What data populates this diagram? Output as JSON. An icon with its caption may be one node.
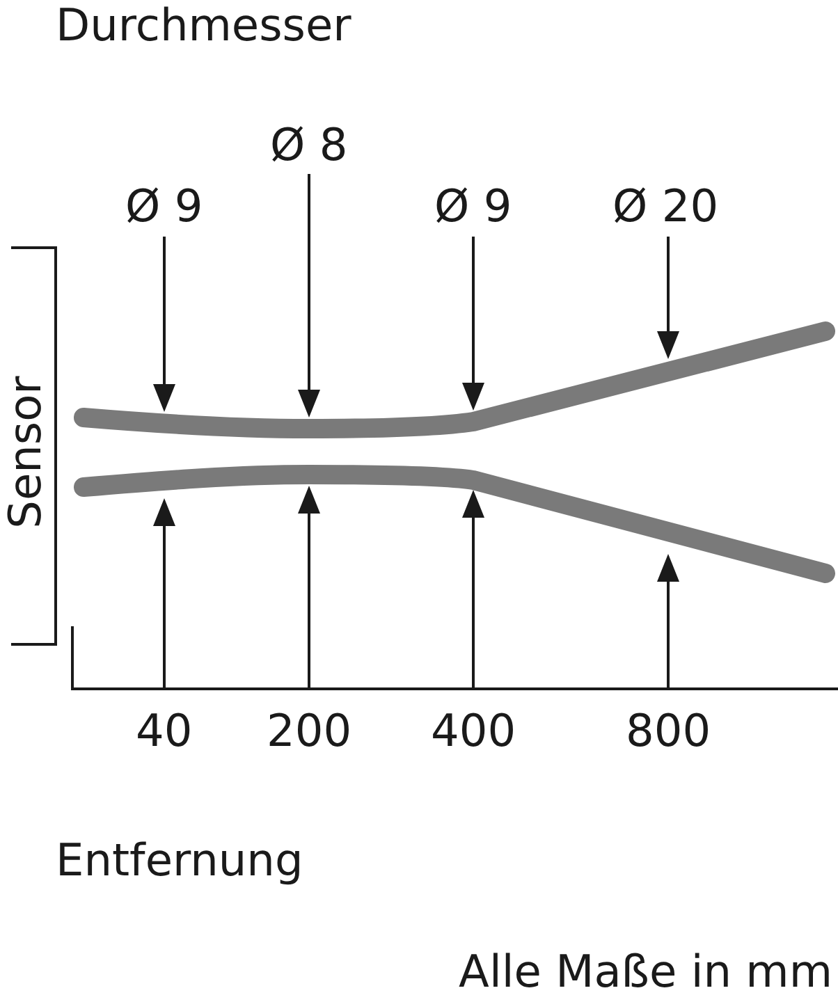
{
  "diagram": {
    "labels": [
      "Durchmesser",
      "Ø 8",
      "Ø 9",
      "Ø 9",
      "Ø 20",
      "Sensor",
      "40",
      "200",
      "400",
      "800",
      "Entfernung",
      "Alle Maße in mm"
    ]
  }
}
